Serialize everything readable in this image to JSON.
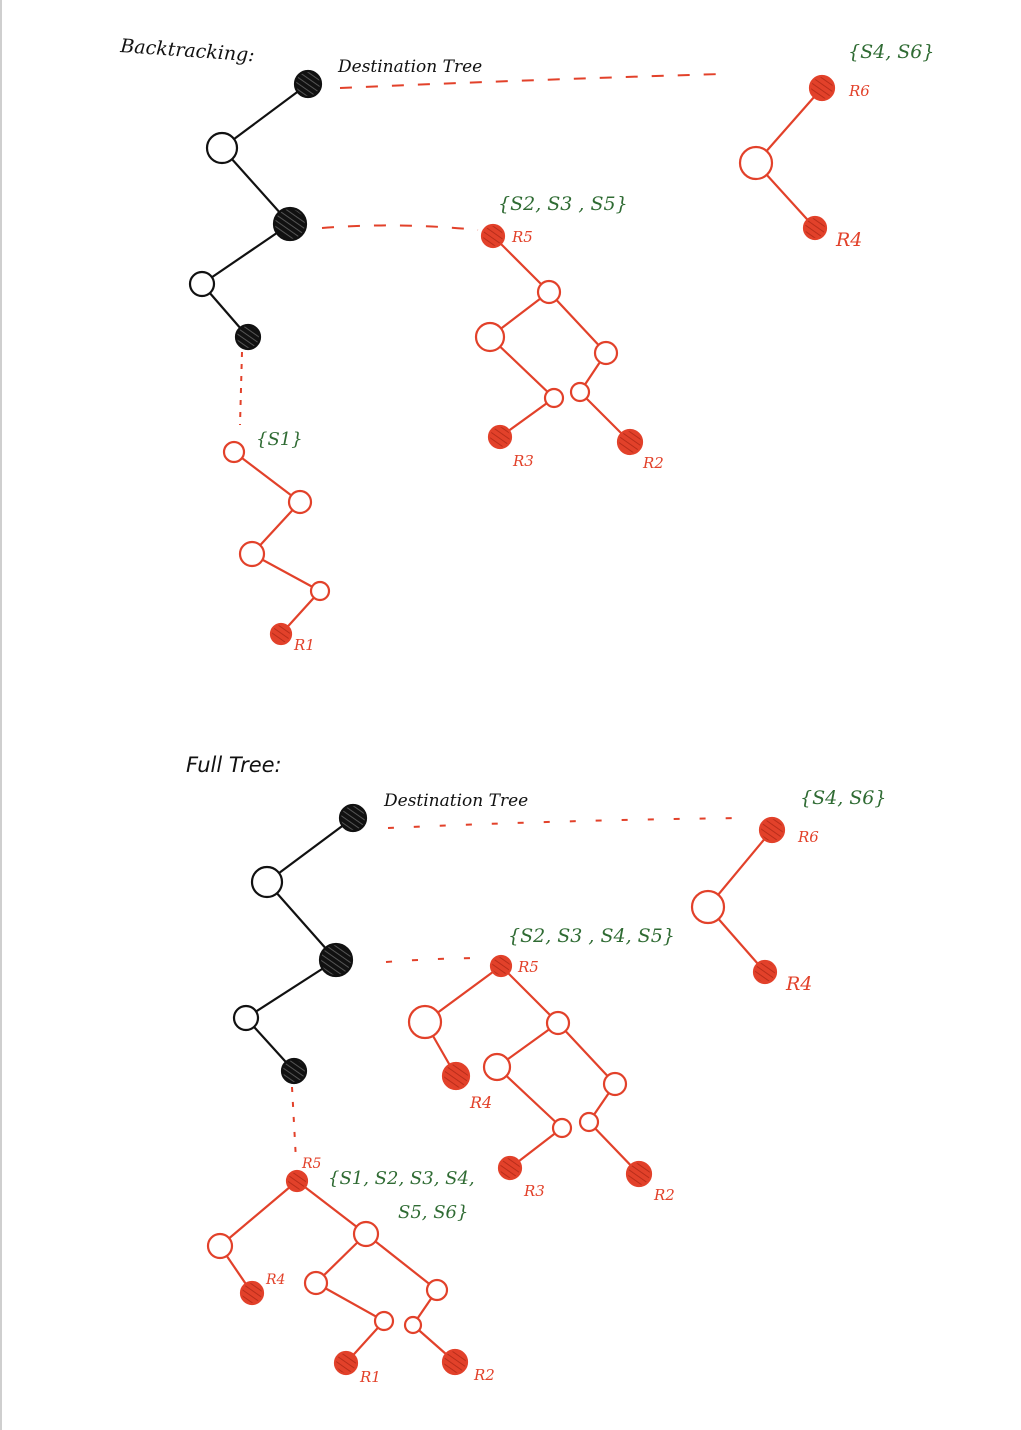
{
  "colors": {
    "black": "#111111",
    "red": "#e2412a",
    "green": "#2f6b33",
    "dash": "#e2412a"
  },
  "backtracking": {
    "heading": "Backtracking:",
    "destination_label": "Destination Tree",
    "set_top": "{S4, S6}",
    "set_mid": "{S2, S3 , S5}",
    "set_bottom": "{S1}",
    "labels": {
      "r6": "R6",
      "r4": "R4",
      "r5": "R5",
      "r3": "R3",
      "r2": "R2",
      "r1": "R1"
    }
  },
  "full_tree": {
    "heading": "Full Tree:",
    "destination_label": "Destination Tree",
    "set_top": "{S4, S6}",
    "set_mid": "{S2, S3 , S4, S5}",
    "set_bottom_line1": "{S1, S2, S3, S4,",
    "set_bottom_line2": "S5, S6}",
    "labels": {
      "r6": "R6",
      "r4_top": "R4",
      "r5_mid": "R5",
      "r4_mid": "R4",
      "r3": "R3",
      "r2_mid": "R2",
      "r5_bottom": "R5",
      "r4_bottom": "R4",
      "r1": "R1",
      "r2_bottom": "R2"
    }
  }
}
